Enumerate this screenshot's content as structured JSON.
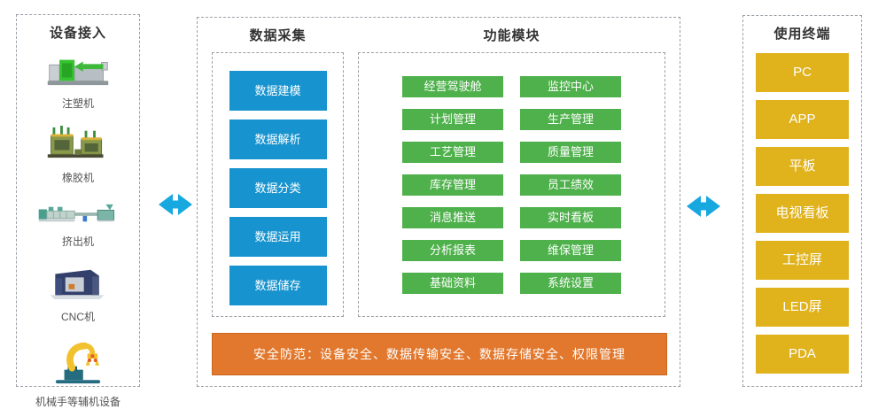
{
  "colors": {
    "blue": "#1794CF",
    "green": "#4EB14B",
    "yellow": "#E0B21C",
    "orange": "#E2782D",
    "orange-border": "#C8661F",
    "arrow": "#18A8E0",
    "border": "#9AA0A6",
    "title": "#333333",
    "label": "#555555"
  },
  "left_panel": {
    "title": "设备接入",
    "items": [
      {
        "label": "注塑机",
        "icon": "injection-molding-machine"
      },
      {
        "label": "橡胶机",
        "icon": "rubber-machine"
      },
      {
        "label": "挤出机",
        "icon": "extruder-machine"
      },
      {
        "label": "CNC机",
        "icon": "cnc-machine"
      },
      {
        "label": "机械手等辅机设备",
        "icon": "robot-arm"
      }
    ]
  },
  "middle_panel": {
    "data_collection": {
      "title": "数据采集",
      "items": [
        "数据建模",
        "数据解析",
        "数据分类",
        "数据运用",
        "数据储存"
      ]
    },
    "function_modules": {
      "title": "功能模块",
      "items": [
        "经营驾驶舱",
        "监控中心",
        "计划管理",
        "生产管理",
        "工艺管理",
        "质量管理",
        "库存管理",
        "员工绩效",
        "消息推送",
        "实时看板",
        "分析报表",
        "维保管理",
        "基础资料",
        "系统设置"
      ]
    },
    "security_bar": "安全防范：设备安全、数据传输安全、数据存储安全、权限管理"
  },
  "right_panel": {
    "title": "使用终端",
    "items": [
      "PC",
      "APP",
      "平板",
      "电视看板",
      "工控屏",
      "LED屏",
      "PDA"
    ]
  },
  "arrows": [
    {
      "icon": "left-right-arrow"
    },
    {
      "icon": "left-right-arrow"
    }
  ]
}
